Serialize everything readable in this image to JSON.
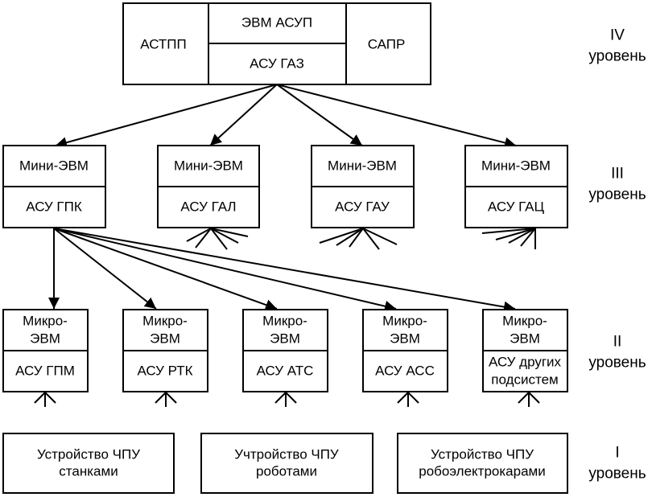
{
  "diagram": {
    "level4": {
      "left": "АСТПП",
      "center_top": "ЭВМ АСУП",
      "center_bottom": "АСУ ГАЗ",
      "right": "САПР"
    },
    "level3": [
      {
        "top": "Мини-ЭВМ",
        "bottom": "АСУ ГПК"
      },
      {
        "top": "Мини-ЭВМ",
        "bottom": "АСУ ГАЛ"
      },
      {
        "top": "Мини-ЭВМ",
        "bottom": "АСУ ГАУ"
      },
      {
        "top": "Мини-ЭВМ",
        "bottom": "АСУ ГАЦ"
      }
    ],
    "level2": [
      {
        "top1": "Микро-",
        "top2": "ЭВМ",
        "bottom1": "АСУ ГПМ",
        "bottom2": ""
      },
      {
        "top1": "Микро-",
        "top2": "ЭВМ",
        "bottom1": "АСУ РТК",
        "bottom2": ""
      },
      {
        "top1": "Микро-",
        "top2": "ЭВМ",
        "bottom1": "АСУ АТС",
        "bottom2": ""
      },
      {
        "top1": "Микро-",
        "top2": "ЭВМ",
        "bottom1": "АСУ АСС",
        "bottom2": ""
      },
      {
        "top1": "Микро-",
        "top2": "ЭВМ",
        "bottom1": "АСУ других",
        "bottom2": "подсистем"
      }
    ],
    "level1": [
      {
        "line1": "Устройство ЧПУ",
        "line2": "станками"
      },
      {
        "line1": "Учтройство ЧПУ",
        "line2": "роботами"
      },
      {
        "line1": "Устройство ЧПУ",
        "line2": "робоэлектрокарами"
      }
    ],
    "levels": [
      {
        "numeral": "IV",
        "word": "уровень"
      },
      {
        "numeral": "III",
        "word": "уровень"
      },
      {
        "numeral": "II",
        "word": "уровень"
      },
      {
        "numeral": "I",
        "word": "уровень"
      }
    ]
  }
}
